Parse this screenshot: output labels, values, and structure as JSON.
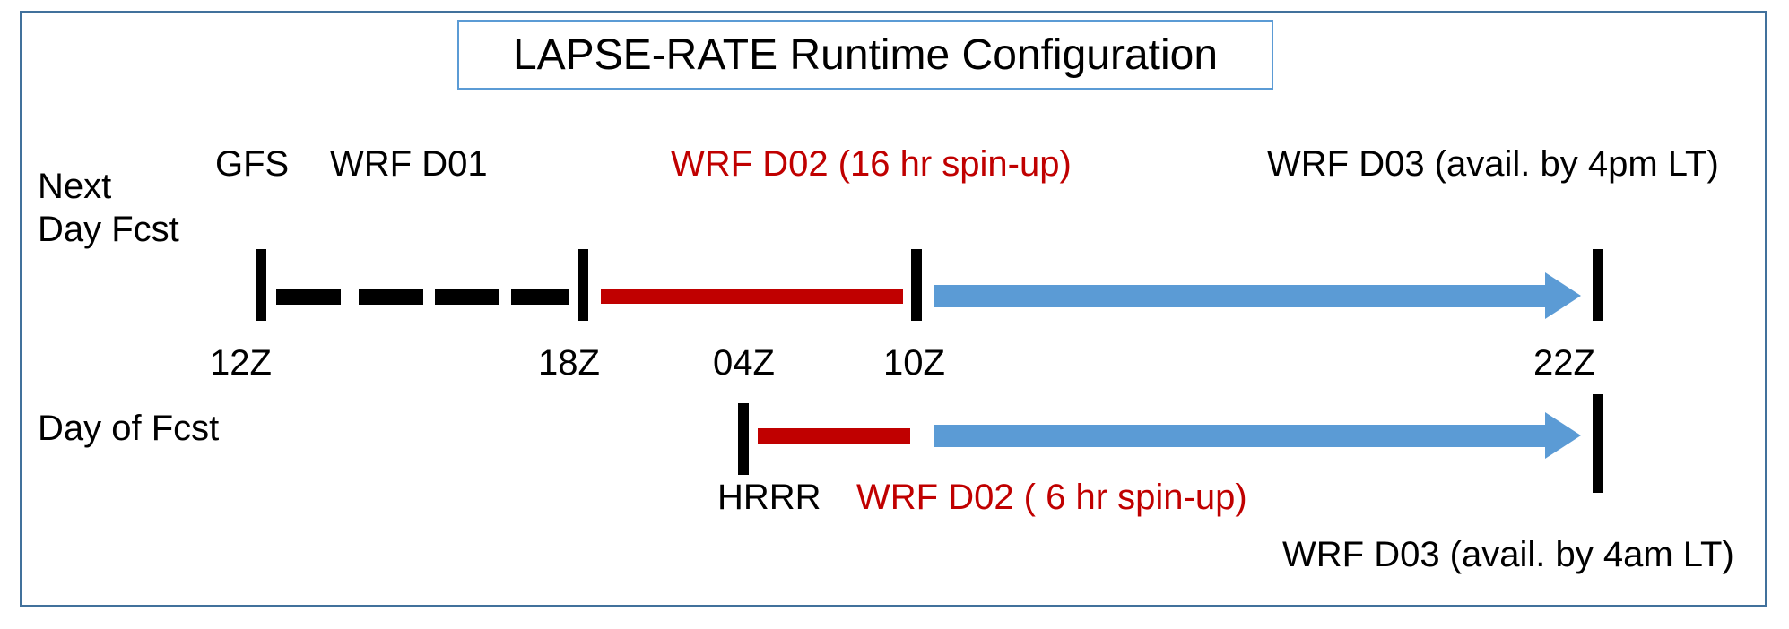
{
  "title": {
    "text": "LAPSE-RATE Runtime Configuration"
  },
  "colors": {
    "frame_border": "#41719C",
    "title_border": "#5B9BD5",
    "red": "#C00000",
    "blue": "#5B9BD5",
    "black": "#000000"
  },
  "rows": {
    "next_day": {
      "row_label_line1": "Next",
      "row_label_line2": "Day Fcst",
      "model_gfs": "GFS",
      "model_wrf_d01": "WRF D01",
      "model_wrf_d02": "WRF D02 (16 hr spin-up)",
      "model_wrf_d03": "WRF D03 (avail. by 4pm LT)",
      "time_start": "12Z",
      "time_mid": "18Z",
      "time_end": "22Z"
    },
    "day_of": {
      "row_label": "Day of Fcst",
      "model_hrrr": "HRRR",
      "model_wrf_d02": "WRF D02 ( 6 hr spin-up)",
      "model_wrf_d03": "WRF D03 (avail. by 4am LT)",
      "time_start": "04Z",
      "time_mid": "10Z",
      "time_end": "22Z"
    }
  }
}
